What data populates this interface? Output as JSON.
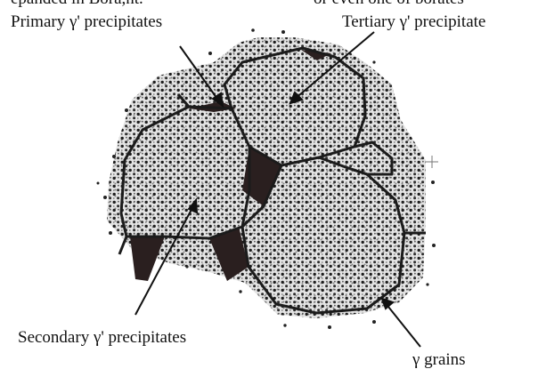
{
  "labels": {
    "top_left_cut": "epanded in Bora,ht.",
    "top_right_cut": "or even one of borates",
    "primary": "Primary γ' precipitates",
    "tertiary": "Tertiary γ' precipitate",
    "secondary": "Secondary γ' precipitates",
    "grains": "γ grains"
  }
}
